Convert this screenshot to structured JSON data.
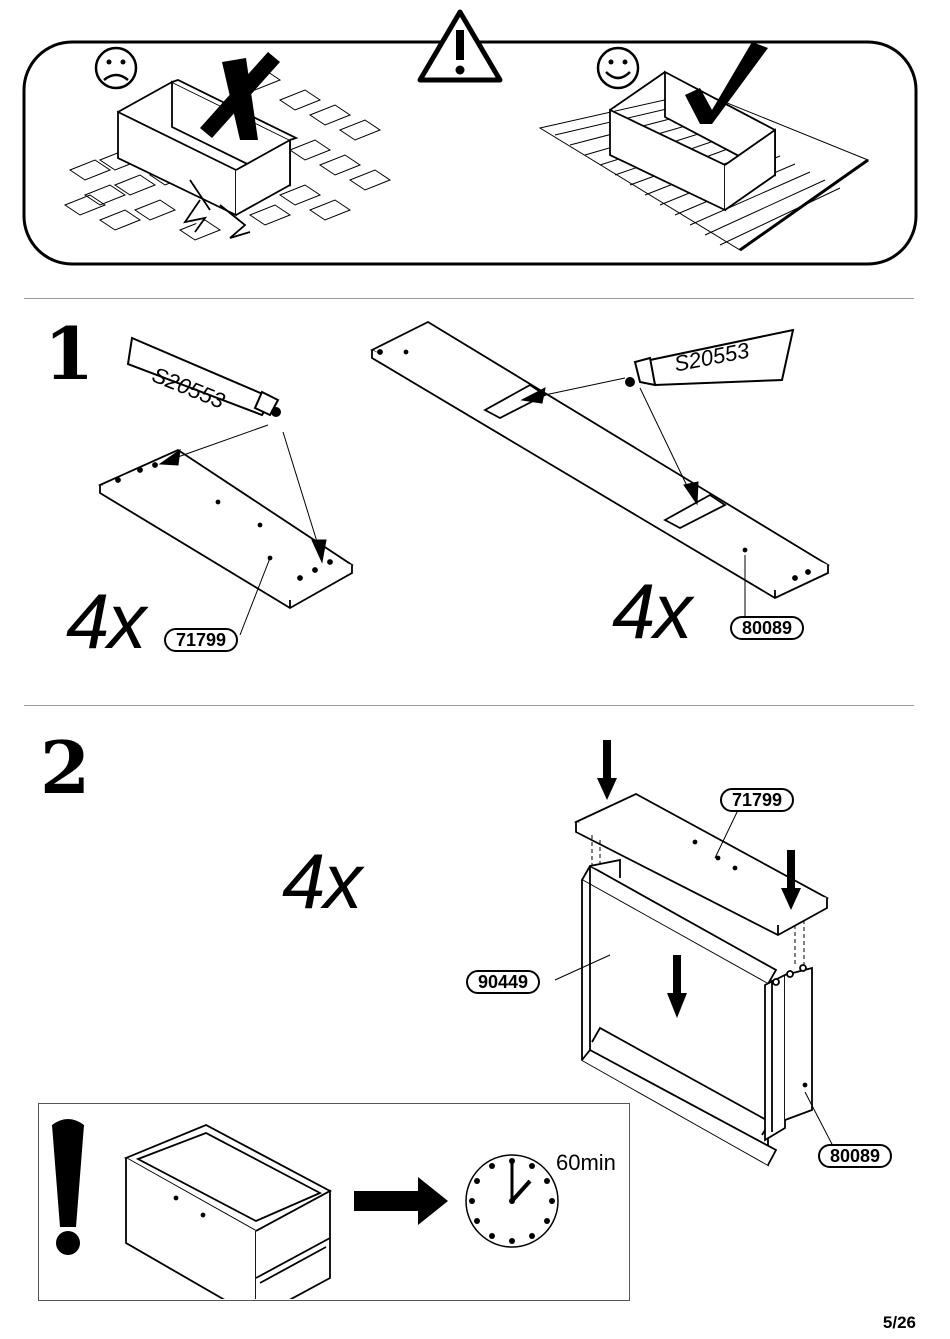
{
  "warning": {
    "wrong_label": "wrong-surface",
    "right_label": "correct-surface"
  },
  "step1": {
    "number": "1",
    "glue_code_left": "S20553",
    "glue_code_right": "S20553",
    "qty_left": "4x",
    "part_left": "71799",
    "qty_right": "4x",
    "part_right": "80089"
  },
  "step2": {
    "number": "2",
    "qty": "4x",
    "part_top": "71799",
    "part_front": "90449",
    "part_side": "80089"
  },
  "note": {
    "dry_time": "60min"
  },
  "footer": {
    "page": "5/26"
  }
}
